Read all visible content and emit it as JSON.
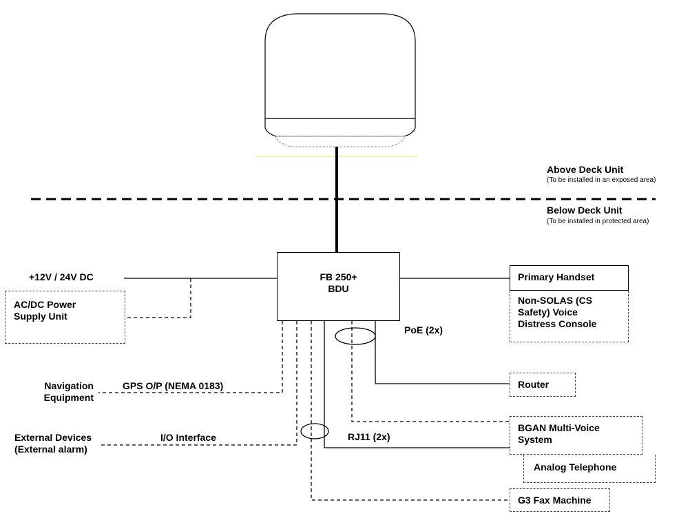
{
  "zones": {
    "above_title": "Above Deck Unit",
    "above_note": "(To be installed in an exposed area)",
    "below_title": "Below Deck Unit",
    "below_note": "(To be installed in protected area)"
  },
  "bdu": {
    "line1": "FB 250+",
    "line2": "BDU"
  },
  "power": {
    "dc_label": "+12V / 24V DC",
    "psu_line1": "AC/DC Power",
    "psu_line2": "Supply Unit"
  },
  "left_devices": {
    "nav_line1": "Navigation",
    "nav_line2": "Equipment",
    "gps_label": "GPS O/P (NEMA 0183)",
    "ext_line1": "External Devices",
    "ext_line2": "(External alarm)",
    "io_label": "I/O Interface"
  },
  "right_devices": {
    "handset": "Primary Handset",
    "distress_line1": "Non-SOLAS (CS",
    "distress_line2": "Safety) Voice",
    "distress_line3": "Distress Console",
    "poe_label": "PoE (2x)",
    "router": "Router",
    "bgan_line1": "BGAN Multi-Voice",
    "bgan_line2": "System",
    "rj11_label": "RJ11 (2x)",
    "analog": "Analog Telephone",
    "fax": "G3 Fax Machine"
  }
}
